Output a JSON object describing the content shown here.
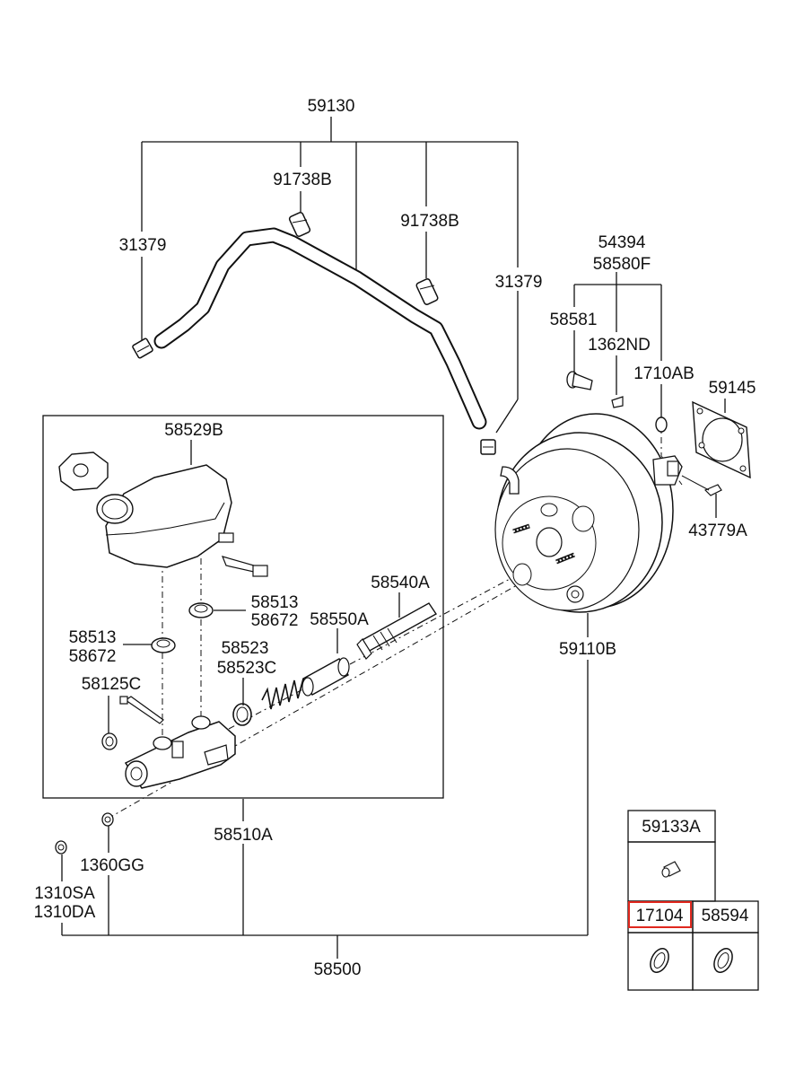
{
  "highlight_color": "#e0281e",
  "labels": {
    "p59130": "59130",
    "p91738b_a": "91738B",
    "p91738b_b": "91738B",
    "p31379_a": "31379",
    "p31379_b": "31379",
    "p54394": "54394",
    "p58580f": "58580F",
    "p58581": "58581",
    "p1362nd": "1362ND",
    "p1710ab": "1710AB",
    "p59145": "59145",
    "p43779a": "43779A",
    "p58529b": "58529B",
    "p58513_a": "58513",
    "p58672_a": "58672",
    "p58540a": "58540A",
    "p58550a": "58550A",
    "p58513_b": "58513",
    "p58672_b": "58672",
    "p58523": "58523",
    "p58523c": "58523C",
    "p58125c": "58125C",
    "p59110b": "59110B",
    "p58510a": "58510A",
    "p1360gg": "1360GG",
    "p1310sa": "1310SA",
    "p1310da": "1310DA",
    "p58500": "58500",
    "p59133a": "59133A",
    "p17104": "17104",
    "p58594": "58594"
  }
}
